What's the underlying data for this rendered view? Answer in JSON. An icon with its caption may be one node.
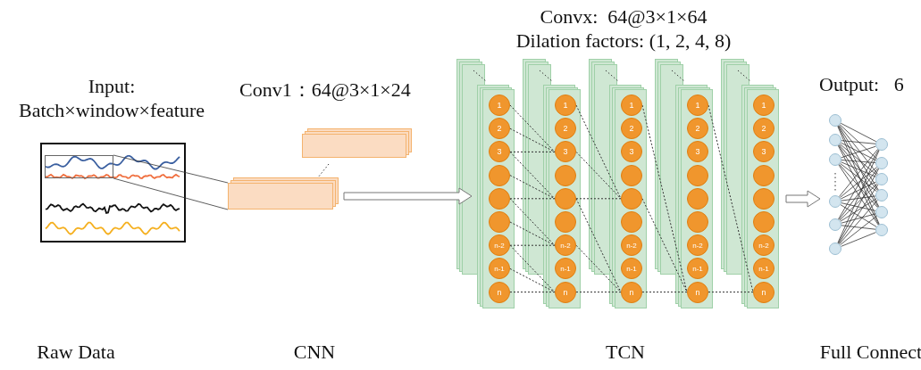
{
  "diagram": {
    "nodes": [
      {
        "text": [
          "Input: Batch×window×feature"
        ]
      },
      {
        "text": [],
        "shape": "box",
        "in": 0
      },
      {
        "text": [],
        "shape": "box"
      },
      {
        "text": [],
        "shape": "box"
      },
      {
        "text": [],
        "shape": "box"
      },
      {
        "text": [],
        "shape": "box"
      },
      {
        "text": [],
        "shape": "box"
      },
      {
        "text": [],
        "shape": "box"
      },
      {
        "text": [],
        "shape": "box"
      },
      {
        "text": [
          "1"
        ],
        "in": 4
      },
      {
        "text": [
          "2"
        ],
        "in": 4
      },
      {
        "text": [
          "3"
        ],
        "in": 4
      },
      {
        "text": [],
        "shape": "circle",
        "in": 4
      },
      {
        "text": [],
        "shape": "circle",
        "in": 4
      },
      {
        "text": [],
        "shape": "circle",
        "in": 4
      },
      {
        "text": [
          "n-2"
        ],
        "in": 4
      },
      {
        "text": [
          "n-1"
        ],
        "in": 4
      },
      {
        "text": [
          "n"
        ],
        "in": 4
      },
      {
        "text": [
          "1"
        ],
        "in": 5
      },
      {
        "text": [
          "2"
        ],
        "in": 5
      },
      {
        "text": [
          "3"
        ],
        "in": 5
      },
      {
        "text": [],
        "shape": "circle",
        "in": 5
      },
      {
        "text": [],
        "shape": "circle",
        "in": 5
      },
      {
        "text": [],
        "shape": "circle",
        "in": 5
      },
      {
        "text": [
          "n-2"
        ],
        "in": 5
      },
      {
        "text": [
          "n-1"
        ],
        "in": 5
      },
      {
        "text": [
          "n"
        ],
        "in": 5
      },
      {
        "text": [
          "1"
        ],
        "in": 6
      },
      {
        "text": [
          "2"
        ],
        "in": 6
      },
      {
        "text": [
          "3"
        ],
        "in": 6
      },
      {
        "text": [],
        "shape": "circle",
        "in": 6
      },
      {
        "text": [],
        "shape": "circle",
        "in": 6
      },
      {
        "text": [],
        "shape": "circle",
        "in": 6
      },
      {
        "text": [
          "n-2"
        ],
        "in": 6
      },
      {
        "text": [
          "n-1"
        ],
        "in": 6
      },
      {
        "text": [
          "n"
        ],
        "in": 6
      },
      {
        "text": [
          "1"
        ],
        "in": 7
      },
      {
        "text": [
          "2"
        ],
        "in": 7
      },
      {
        "text": [
          "3"
        ],
        "in": 7
      },
      {
        "text": [],
        "shape": "circle",
        "in": 7
      },
      {
        "text": [],
        "shape": "circle",
        "in": 7
      },
      {
        "text": [],
        "shape": "circle",
        "in": 7
      },
      {
        "text": [
          "n-2"
        ],
        "in": 7
      },
      {
        "text": [
          "n-1"
        ],
        "in": 7
      },
      {
        "text": [
          "n"
        ],
        "in": 7
      },
      {
        "text": [
          "1"
        ],
        "in": 8
      },
      {
        "text": [
          "2"
        ],
        "in": 8
      },
      {
        "text": [
          "3"
        ],
        "in": 8
      },
      {
        "text": [],
        "shape": "circle",
        "in": 8
      },
      {
        "text": [],
        "shape": "circle",
        "in": 8
      },
      {
        "text": [],
        "shape": "circle",
        "in": 8
      },
      {
        "text": [
          "n-2"
        ],
        "in": 8
      },
      {
        "text": [
          "n-1"
        ],
        "in": 8
      },
      {
        "text": [
          "n"
        ],
        "in": 8
      },
      {
        "text": [],
        "shape": "circle"
      },
      {
        "text": [],
        "shape": "circle"
      },
      {
        "text": [],
        "shape": "circle"
      },
      {
        "text": [],
        "shape": "circle"
      },
      {
        "text": [],
        "shape": "circle"
      },
      {
        "text": [],
        "shape": "circle"
      },
      {
        "text": [],
        "shape": "circle"
      },
      {
        "text": [],
        "shape": "circle"
      },
      {
        "text": [],
        "shape": "circle"
      },
      {
        "text": [],
        "shape": "circle"
      },
      {
        "text": [],
        "shape": "circle"
      },
      {
        "text": [],
        "shape": "circle"
      }
    ],
    "edges": [
      {
        "from": 1,
        "to": 3,
        "arrow": "none"
      },
      {
        "from": 1,
        "to": 3,
        "arrow": "none"
      },
      {
        "from": 3,
        "to": 4,
        "arrow": "to",
        "style": "thick"
      },
      {
        "from": 8,
        "to": null,
        "arrow": "to",
        "style": "thick"
      },
      {
        "from": 9,
        "to": 20,
        "arrow": "none",
        "style": "dashed"
      },
      {
        "from": 10,
        "to": 20,
        "arrow": "none",
        "style": "dashed"
      },
      {
        "from": 11,
        "to": 20,
        "arrow": "none",
        "style": "dashed"
      },
      {
        "from": 11,
        "to": 22,
        "arrow": "none",
        "style": "dashed"
      },
      {
        "from": 12,
        "to": 22,
        "arrow": "none",
        "style": "dashed"
      },
      {
        "from": 13,
        "to": 22,
        "arrow": "none",
        "style": "dashed"
      },
      {
        "from": 13,
        "to": 24,
        "arrow": "none",
        "style": "dashed"
      },
      {
        "from": 14,
        "to": 24,
        "arrow": "none",
        "style": "dashed"
      },
      {
        "from": 15,
        "to": 24,
        "arrow": "none",
        "style": "dashed"
      },
      {
        "from": 15,
        "to": 26,
        "arrow": "none",
        "style": "dashed"
      },
      {
        "from": 16,
        "to": 26,
        "arrow": "none",
        "style": "dashed"
      },
      {
        "from": 17,
        "to": 26,
        "arrow": "none",
        "style": "dashed"
      },
      {
        "from": 18,
        "to": 31,
        "arrow": "none",
        "style": "dashed"
      },
      {
        "from": 20,
        "to": 31,
        "arrow": "none",
        "style": "dashed"
      },
      {
        "from": 22,
        "to": 31,
        "arrow": "none",
        "style": "dashed"
      },
      {
        "from": 22,
        "to": 35,
        "arrow": "none",
        "style": "dashed"
      },
      {
        "from": 24,
        "to": 35,
        "arrow": "none",
        "style": "dashed"
      },
      {
        "from": 26,
        "to": 35,
        "arrow": "none",
        "style": "dashed"
      },
      {
        "from": 27,
        "to": 44,
        "arrow": "none",
        "style": "dashed"
      },
      {
        "from": 31,
        "to": 44,
        "arrow": "none",
        "style": "dashed"
      },
      {
        "from": 35,
        "to": 44,
        "arrow": "none",
        "style": "dashed"
      },
      {
        "from": 36,
        "to": 53,
        "arrow": "none",
        "style": "dashed"
      },
      {
        "from": 44,
        "to": 53,
        "arrow": "none",
        "style": "dashed"
      },
      {
        "from": 54,
        "to": 60,
        "arrow": "none"
      },
      {
        "from": 54,
        "to": 61,
        "arrow": "none"
      },
      {
        "from": 54,
        "to": 62,
        "arrow": "none"
      },
      {
        "from": 54,
        "to": 63,
        "arrow": "none"
      },
      {
        "from": 54,
        "to": 64,
        "arrow": "none"
      },
      {
        "from": 54,
        "to": 65,
        "arrow": "none"
      },
      {
        "from": 55,
        "to": 60,
        "arrow": "none"
      },
      {
        "from": 55,
        "to": 61,
        "arrow": "none"
      },
      {
        "from": 55,
        "to": 62,
        "arrow": "none"
      },
      {
        "from": 55,
        "to": 63,
        "arrow": "none"
      },
      {
        "from": 55,
        "to": 64,
        "arrow": "none"
      },
      {
        "from": 55,
        "to": 65,
        "arrow": "none"
      },
      {
        "from": 56,
        "to": 60,
        "arrow": "none"
      },
      {
        "from": 56,
        "to": 61,
        "arrow": "none"
      },
      {
        "from": 56,
        "to": 62,
        "arrow": "none"
      },
      {
        "from": 56,
        "to": 63,
        "arrow": "none"
      },
      {
        "from": 56,
        "to": 64,
        "arrow": "none"
      },
      {
        "from": 56,
        "to": 65,
        "arrow": "none"
      },
      {
        "from": 57,
        "to": 60,
        "arrow": "none"
      },
      {
        "from": 57,
        "to": 61,
        "arrow": "none"
      },
      {
        "from": 57,
        "to": 62,
        "arrow": "none"
      },
      {
        "from": 57,
        "to": 63,
        "arrow": "none"
      },
      {
        "from": 57,
        "to": 64,
        "arrow": "none"
      },
      {
        "from": 57,
        "to": 65,
        "arrow": "none"
      },
      {
        "from": 58,
        "to": 60,
        "arrow": "none"
      },
      {
        "from": 58,
        "to": 61,
        "arrow": "none"
      },
      {
        "from": 58,
        "to": 62,
        "arrow": "none"
      },
      {
        "from": 58,
        "to": 63,
        "arrow": "none"
      },
      {
        "from": 58,
        "to": 64,
        "arrow": "none"
      },
      {
        "from": 58,
        "to": 65,
        "arrow": "none"
      },
      {
        "from": 59,
        "to": 60,
        "arrow": "none"
      },
      {
        "from": 59,
        "to": 61,
        "arrow": "none"
      },
      {
        "from": 59,
        "to": 62,
        "arrow": "none"
      },
      {
        "from": 59,
        "to": 63,
        "arrow": "none"
      },
      {
        "from": 59,
        "to": 64,
        "arrow": "none"
      },
      {
        "from": 59,
        "to": 65,
        "arrow": "none"
      }
    ],
    "labels": [
      "Conv1：64@3×1×24",
      "Convx:  64@3×1×64",
      "Dilation factors: (1, 2, 4, 8)",
      "Output:   6",
      "Raw Data",
      "CNN",
      "TCN",
      "Full Connect"
    ]
  }
}
